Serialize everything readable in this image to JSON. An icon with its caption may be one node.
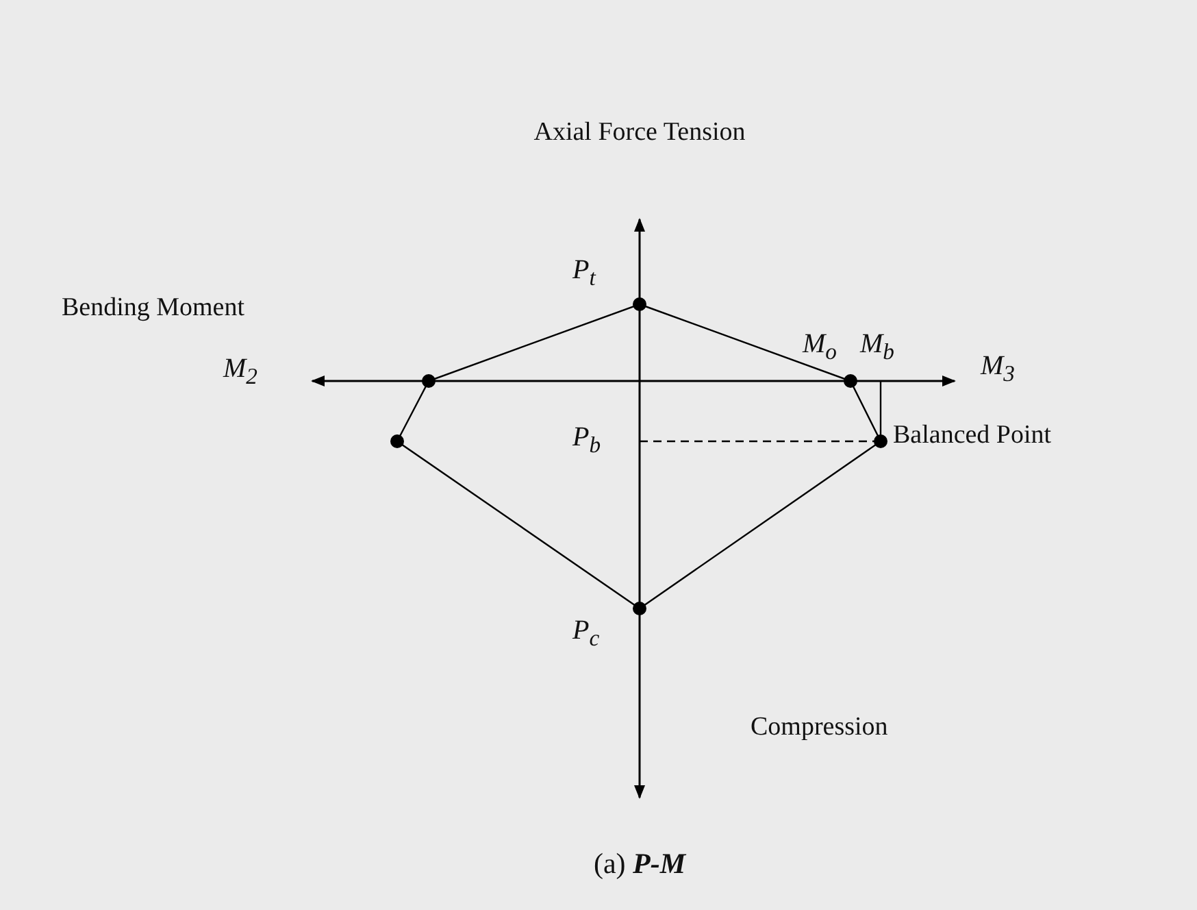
{
  "diagram": {
    "caption": "(a) **P-M**",
    "labels": [
      "Axial Force Tension",
      "P$_{t}$",
      "Bending Moment",
      "M$_{o}$",
      "M$_{b}$",
      "M$_{2}$",
      "M$_{3}$",
      "P$_{b}$",
      "Balanced Point",
      "P$_{c}$",
      "Compression"
    ]
  }
}
